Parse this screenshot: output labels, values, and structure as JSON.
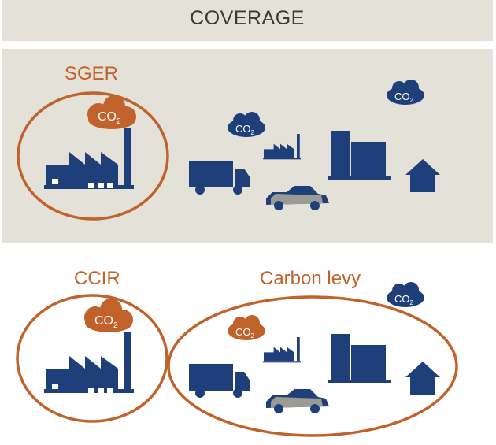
{
  "title": "COVERAGE",
  "top_section": {
    "program_label": "SGER"
  },
  "bottom_section": {
    "program_label": "CCIR",
    "levy_label": "Carbon levy"
  },
  "co2_badge": {
    "prefix": "CO",
    "subscript": "2"
  },
  "colors": {
    "accent": "#c0622a",
    "icon": "#1f3f7a",
    "car_body": "#9b9b95",
    "panel": "#e4e1d8"
  }
}
